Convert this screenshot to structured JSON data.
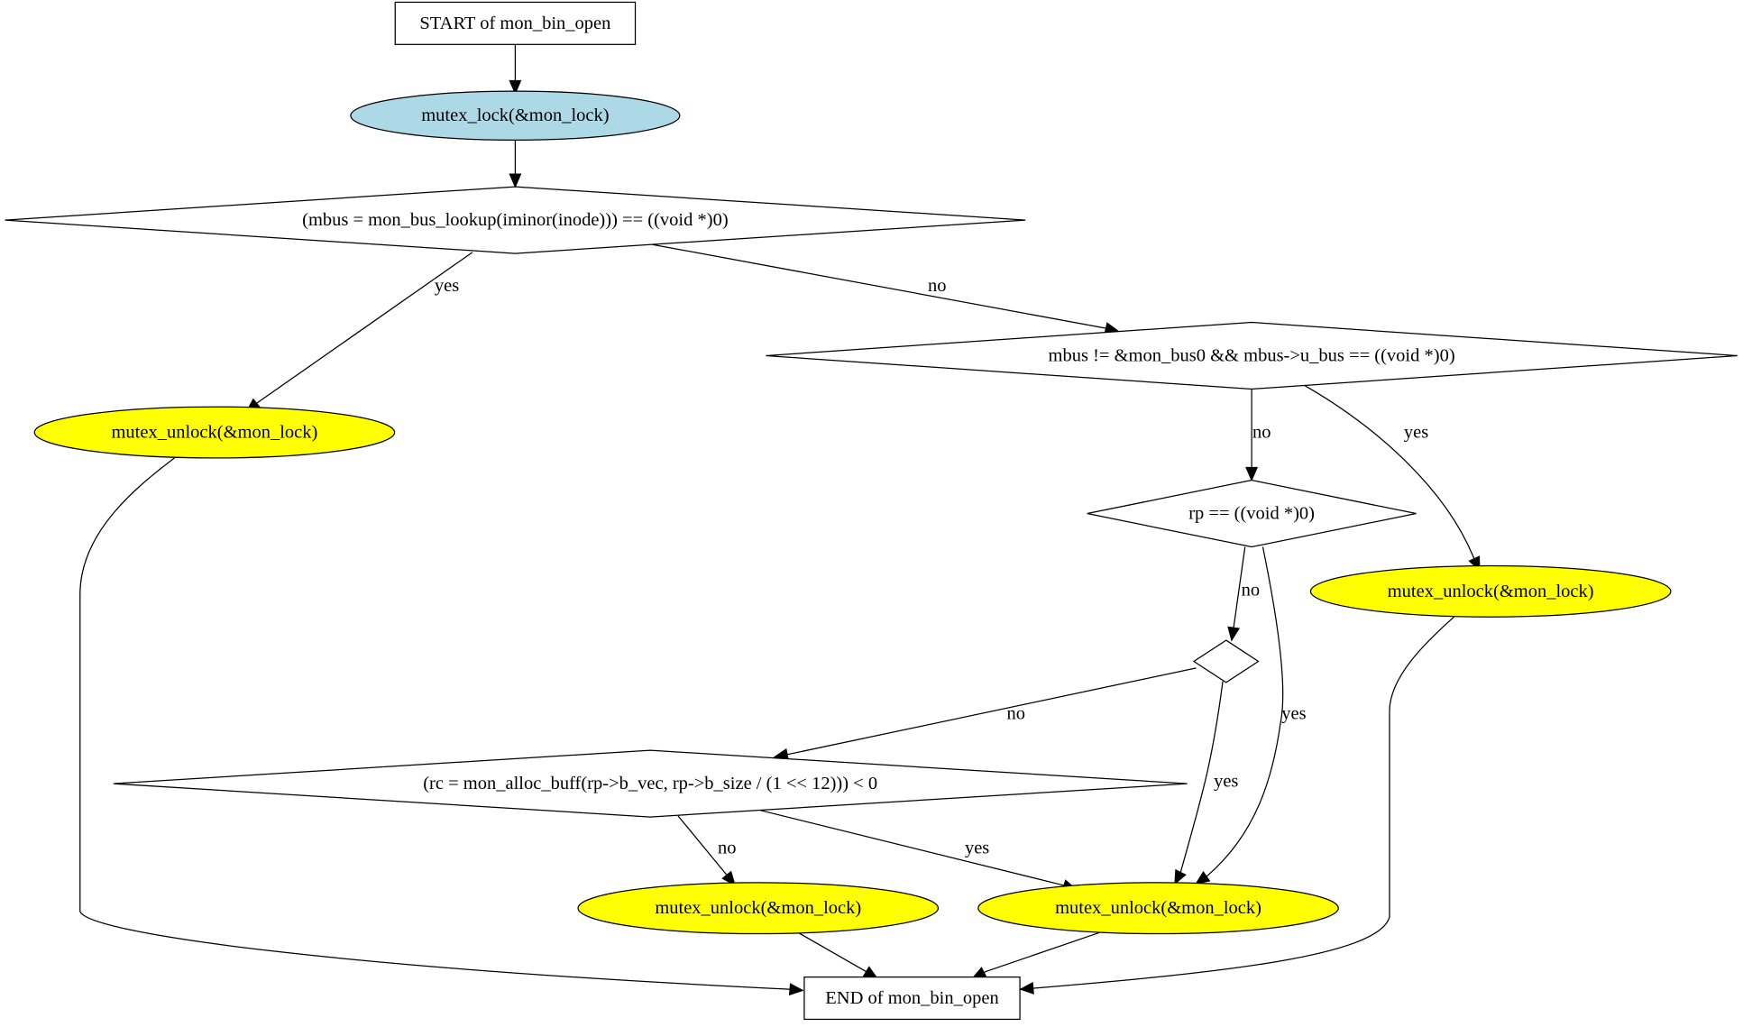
{
  "diagram": {
    "nodes": {
      "start": {
        "label": "START of mon_bin_open",
        "shape": "box",
        "fill": "#ffffff"
      },
      "lock": {
        "label": "mutex_lock(&mon_lock)",
        "shape": "ellipse",
        "fill": "#add8e6"
      },
      "cond_lookup": {
        "label": "(mbus = mon_bus_lookup(iminor(inode))) == ((void *)0)",
        "shape": "diamond",
        "fill": "#ffffff"
      },
      "unlock_1": {
        "label": "mutex_unlock(&mon_lock)",
        "shape": "ellipse",
        "fill": "#ffff00"
      },
      "cond_bus0": {
        "label": "mbus != &mon_bus0 && mbus->u_bus == ((void *)0)",
        "shape": "diamond",
        "fill": "#ffffff"
      },
      "cond_rp": {
        "label": "rp == ((void *)0)",
        "shape": "diamond",
        "fill": "#ffffff"
      },
      "unlock_2": {
        "label": "mutex_unlock(&mon_lock)",
        "shape": "ellipse",
        "fill": "#ffff00"
      },
      "cond_empty": {
        "label": "",
        "shape": "diamond",
        "fill": "#ffffff"
      },
      "cond_alloc": {
        "label": "(rc = mon_alloc_buff(rp->b_vec, rp->b_size / (1 << 12))) < 0",
        "shape": "diamond",
        "fill": "#ffffff"
      },
      "unlock_3": {
        "label": "mutex_unlock(&mon_lock)",
        "shape": "ellipse",
        "fill": "#ffff00"
      },
      "unlock_4": {
        "label": "mutex_unlock(&mon_lock)",
        "shape": "ellipse",
        "fill": "#ffff00"
      },
      "end": {
        "label": "END of mon_bin_open",
        "shape": "box",
        "fill": "#ffffff"
      }
    },
    "edges": [
      {
        "from": "start",
        "to": "lock",
        "label": ""
      },
      {
        "from": "lock",
        "to": "cond_lookup",
        "label": ""
      },
      {
        "from": "cond_lookup",
        "to": "unlock_1",
        "label": "yes"
      },
      {
        "from": "cond_lookup",
        "to": "cond_bus0",
        "label": "no"
      },
      {
        "from": "cond_bus0",
        "to": "cond_rp",
        "label": "no"
      },
      {
        "from": "cond_bus0",
        "to": "unlock_2",
        "label": "yes"
      },
      {
        "from": "cond_rp",
        "to": "cond_empty",
        "label": "no"
      },
      {
        "from": "cond_rp",
        "to": "unlock_4",
        "label": "yes"
      },
      {
        "from": "cond_empty",
        "to": "cond_alloc",
        "label": "no"
      },
      {
        "from": "cond_empty",
        "to": "unlock_4",
        "label": "yes"
      },
      {
        "from": "cond_alloc",
        "to": "unlock_3",
        "label": "no"
      },
      {
        "from": "cond_alloc",
        "to": "unlock_4",
        "label": "yes"
      },
      {
        "from": "unlock_1",
        "to": "end",
        "label": ""
      },
      {
        "from": "unlock_2",
        "to": "end",
        "label": ""
      },
      {
        "from": "unlock_3",
        "to": "end",
        "label": ""
      },
      {
        "from": "unlock_4",
        "to": "end",
        "label": ""
      }
    ]
  }
}
